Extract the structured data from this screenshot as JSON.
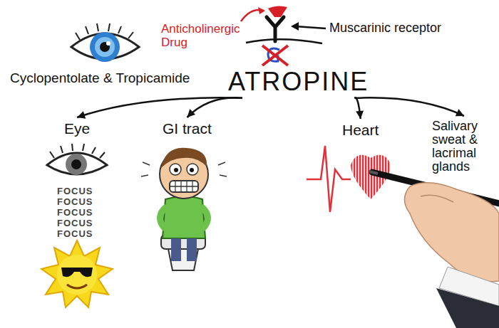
{
  "diagram": {
    "nodes": [
      {
        "text": [
          "ATROPINE"
        ]
      },
      {
        "text": [
          "Eye"
        ]
      },
      {
        "text": [
          "GI tract"
        ]
      },
      {
        "text": [
          "Heart"
        ]
      },
      {
        "text": [
          "Salivary sweat & lacrimal glands"
        ]
      }
    ],
    "edges": [
      {
        "from": 0,
        "to": 1,
        "arrow": "to"
      },
      {
        "from": 0,
        "to": 2,
        "arrow": "to"
      },
      {
        "from": 0,
        "to": 3,
        "arrow": "to"
      },
      {
        "from": 0,
        "to": 4,
        "arrow": "to"
      }
    ],
    "labels": [
      "Anticholinergic Drug",
      "Muscarinic receptor",
      "Cyclopentolate & Tropicamide",
      "FOCUS",
      "FOCUS",
      "FOCUS",
      "FOCUS",
      "FOCUS"
    ]
  }
}
